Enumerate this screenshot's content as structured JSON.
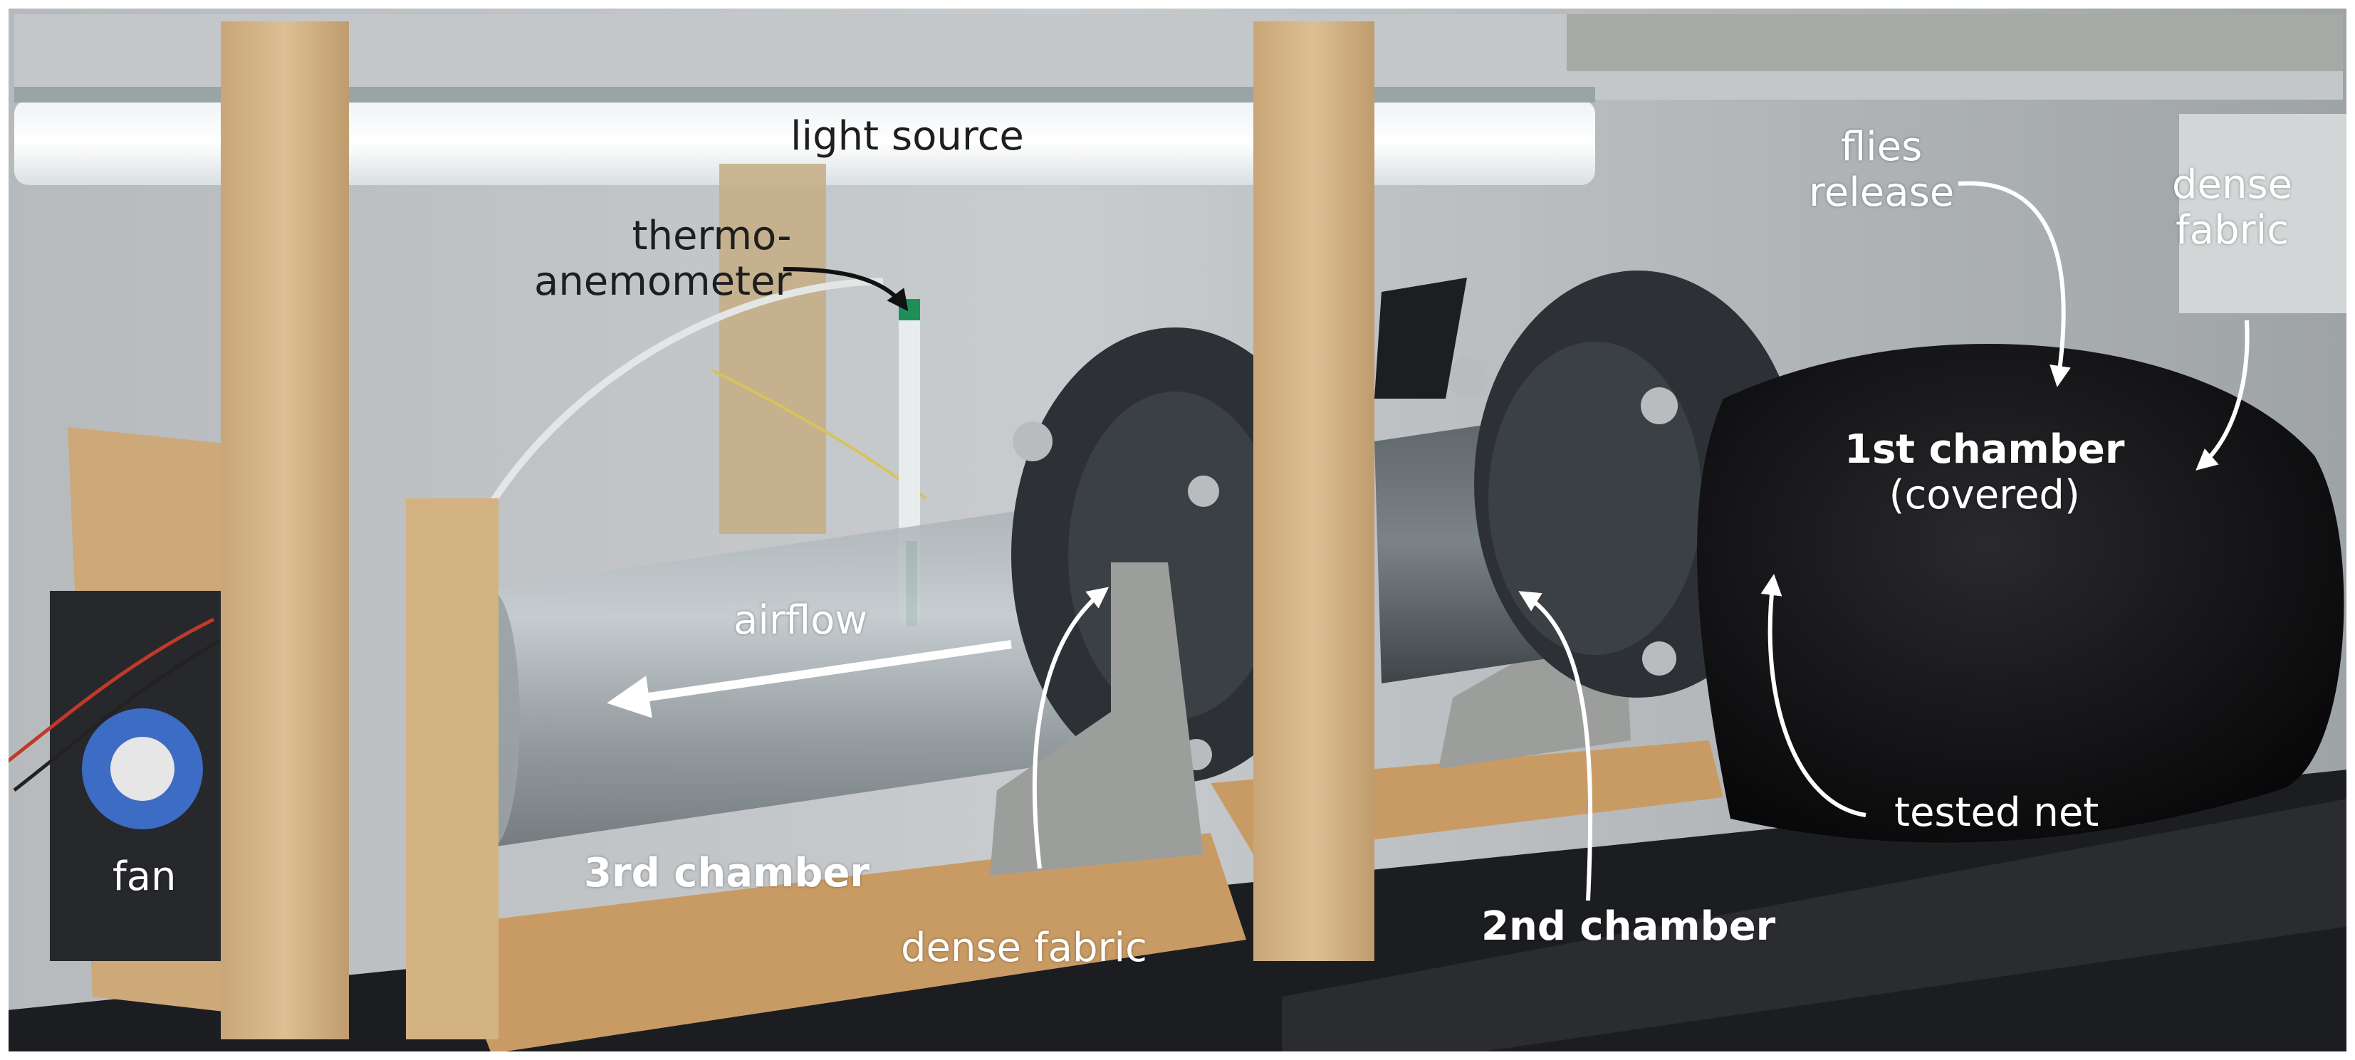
{
  "labels": {
    "light_source": "light source",
    "thermo_line1": "thermo-",
    "thermo_line2": "anemometer",
    "flies_line1": "flies",
    "flies_line2": "release",
    "dense_fabric_right_line1": "dense",
    "dense_fabric_right_line2": "fabric",
    "first_chamber": "1st chamber",
    "first_chamber_note": "(covered)",
    "airflow": "airflow",
    "tested_net": "tested net",
    "fan": "fan",
    "third_chamber": "3rd chamber",
    "dense_fabric_bottom": "dense fabric",
    "second_chamber": "2nd chamber"
  },
  "colors": {
    "label_light": "#ffffff",
    "label_dark": "#1e1e1e",
    "wood": "#d9b98a",
    "pvc_flange": "#2e3236",
    "black_cover": "#101012"
  }
}
